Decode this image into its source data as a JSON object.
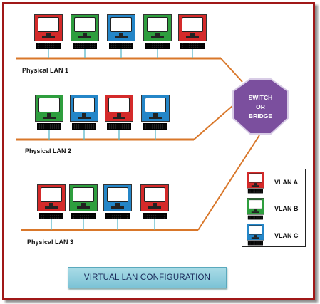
{
  "diagram": {
    "lans": [
      {
        "label": "Physical LAN 1",
        "hosts": [
          "red",
          "green",
          "blue",
          "green",
          "red"
        ]
      },
      {
        "label": "Physical LAN 2",
        "hosts": [
          "green",
          "blue",
          "red",
          "blue"
        ]
      },
      {
        "label": "Physical LAN 3",
        "hosts": [
          "red",
          "green",
          "blue",
          "red"
        ]
      }
    ],
    "switch": {
      "line1": "SWITCH",
      "line2": "OR",
      "line3": "BRIDGE"
    },
    "legend": [
      {
        "label": "VLAN A",
        "color": "red"
      },
      {
        "label": "VLAN B",
        "color": "green"
      },
      {
        "label": "VLAN C",
        "color": "blue"
      }
    ],
    "title": "VIRTUAL LAN CONFIGURATION"
  },
  "colors": {
    "frame": "#a01818",
    "cable": "#d9772a",
    "switch": "#7b4f9e",
    "red": "#d42a2a",
    "green": "#2e9e3e",
    "blue": "#2486c8"
  }
}
